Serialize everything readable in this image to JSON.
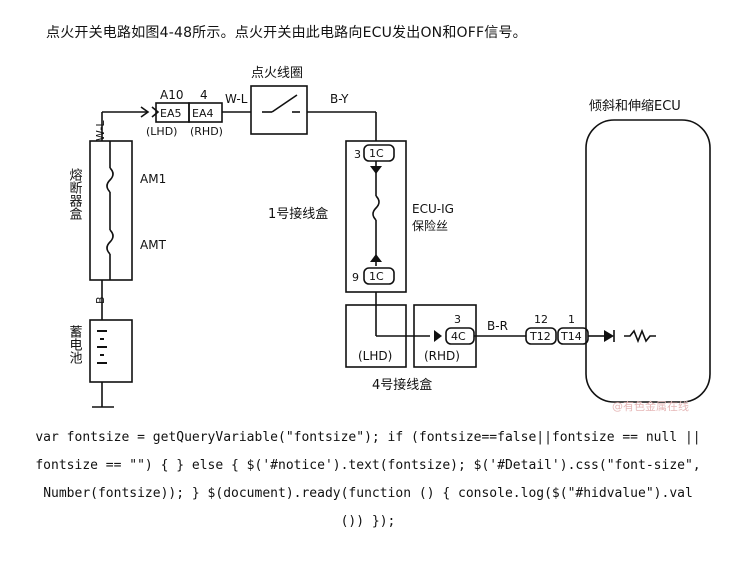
{
  "caption": "点火开关电路如图4-48所示。点火开关由此电路向ECU发出ON和OFF信号。",
  "diagram": {
    "ignition_switch": "点火线圈",
    "conn_a10": "A10",
    "conn_4": "4",
    "ea5": "EA5",
    "ea4": "EA4",
    "lhd_small": "(LHD)",
    "rhd_small": "(RHD)",
    "wire_wl_top": "W-L",
    "wire_by": "B-Y",
    "wire_wl_side": "W-L",
    "fuse_box": "熔断器盒",
    "am1": "AM1",
    "amt": "AMT",
    "wire_b": "B",
    "battery": "蓄电池",
    "jb1": "1号接线盒",
    "pin3_top": "3",
    "conn_1c_top": "1C",
    "fuse_ecu_ig_1": "ECU-IG",
    "fuse_ecu_ig_2": "保险丝",
    "pin9": "9",
    "conn_1c_bottom": "1C",
    "jb4": "4号接线盒",
    "lhd": "(LHD)",
    "rhd": "(RHD)",
    "pin3_4c": "3",
    "conn_4c": "4C",
    "wire_br": "B-R",
    "pin12": "12",
    "conn_t12": "T12",
    "pin1": "1",
    "conn_t14": "T14",
    "ecu": "倾斜和伸缩ECU"
  },
  "watermark": "@有色金属在线",
  "code_lines": [
    "var fontsize = getQueryVariable(\"fontsize\"); if (fontsize==false||fontsize == null ||",
    "fontsize == \"\") { } else { $('#notice').text(fontsize); $('#Detail').css(\"font-size\",",
    "Number(fontsize)); } $(document).ready(function () { console.log($(\"#hidvalue\").val",
    "()) });"
  ]
}
